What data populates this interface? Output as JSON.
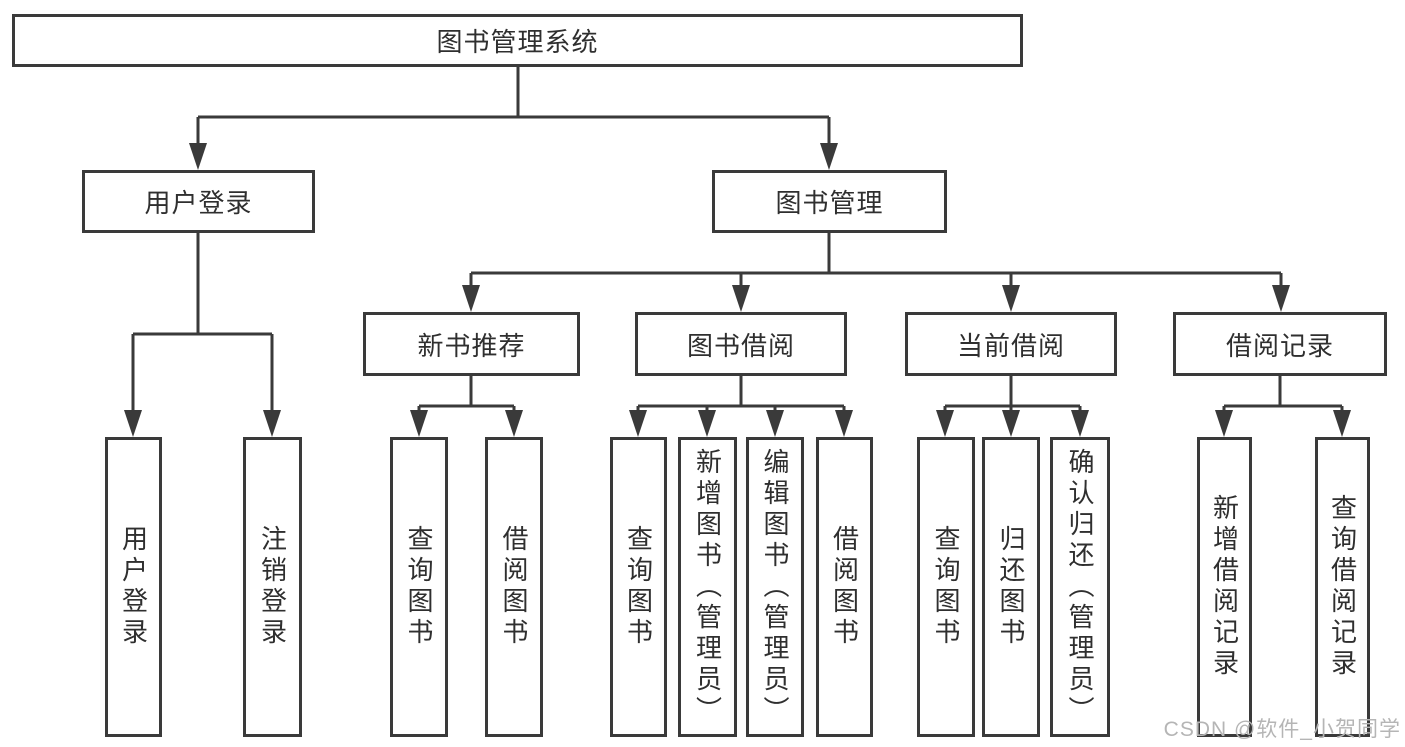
{
  "diagram": {
    "tree": {
      "label": "图书管理系统",
      "children": [
        {
          "label": "用户登录",
          "children": [
            {
              "label": "用户登录"
            },
            {
              "label": "注销登录"
            }
          ]
        },
        {
          "label": "图书管理",
          "children": [
            {
              "label": "新书推荐",
              "children": [
                {
                  "label": "查询图书"
                },
                {
                  "label": "借阅图书"
                }
              ]
            },
            {
              "label": "图书借阅",
              "children": [
                {
                  "label": "查询图书"
                },
                {
                  "label": "新增图书（管理员）"
                },
                {
                  "label": "编辑图书（管理员）"
                },
                {
                  "label": "借阅图书"
                }
              ]
            },
            {
              "label": "当前借阅",
              "children": [
                {
                  "label": "查询图书"
                },
                {
                  "label": "归还图书"
                },
                {
                  "label": "确认归还（管理员）"
                }
              ]
            },
            {
              "label": "借阅记录",
              "children": [
                {
                  "label": "新增借阅记录"
                },
                {
                  "label": "查询借阅记录"
                }
              ]
            }
          ]
        }
      ]
    },
    "colors": {
      "line": "#3a3a3a",
      "text": "#2f2f2f",
      "watermark_text": "#b5b5b5",
      "background": "#ffffff"
    },
    "watermark": {
      "text": "CSDN @软件_小贺同学"
    }
  }
}
